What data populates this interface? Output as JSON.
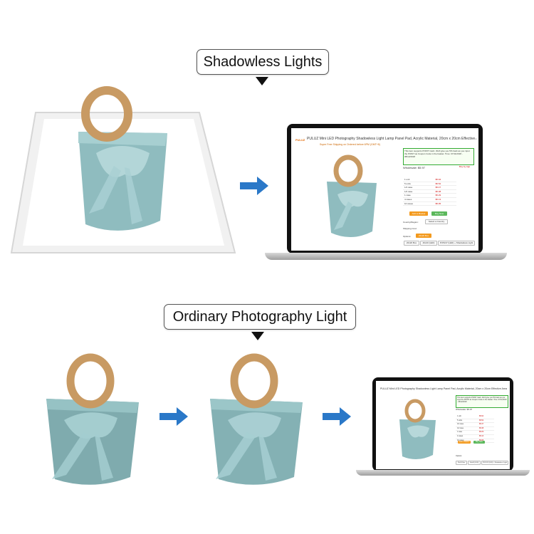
{
  "labels": {
    "top": "Shadowless Lights",
    "bottom": "Ordinary Photography Light"
  },
  "product_page": {
    "brand": "PULUZ",
    "title": "PULUZ Mini LED Photography Shadowless Light Lamp Panel Pad, Acrylic Material, 20cm x 20cm Effective Area",
    "shipping_note": "Super Free Shipping on Ordered before 6PM (GMT+8)",
    "promo_text": "This item supports POINT Cash. We'll give you 5% back as you input the POINT as Coupon Code in the basket. Time: 07/11/2018 - 08/12/2018",
    "buy_by_app": "Buy by App",
    "wholesale_price": "Wholesale: $5.97",
    "tiers": [
      {
        "qty": "1 unit",
        "price": "$5.94"
      },
      {
        "qty": "5 units",
        "price": "$5.52"
      },
      {
        "qty": "1/4 case",
        "price": "$5.47"
      },
      {
        "qty": "1/2 case",
        "price": "$5.38"
      },
      {
        "qty": "1 case",
        "price": "$5.29"
      },
      {
        "qty": "4 cases",
        "price": "$5.13"
      },
      {
        "qty": "10 cases",
        "price": "$5.05"
      }
    ],
    "add_to_cart": "Add to Basket",
    "buy_now": "Buy Now",
    "country_label": "Country/Region:",
    "country_select": "Select a Country",
    "shipping_label": "Shipping Cost:",
    "options_label": "Options:",
    "options": [
      "20x20 Box",
      "40x40 (LED)",
      "PU5137 (LED) + Shadowless Light"
    ]
  },
  "colors": {
    "bag": "#8fbcbf",
    "handle": "#c89a63",
    "arrow": "#2a78c8"
  }
}
